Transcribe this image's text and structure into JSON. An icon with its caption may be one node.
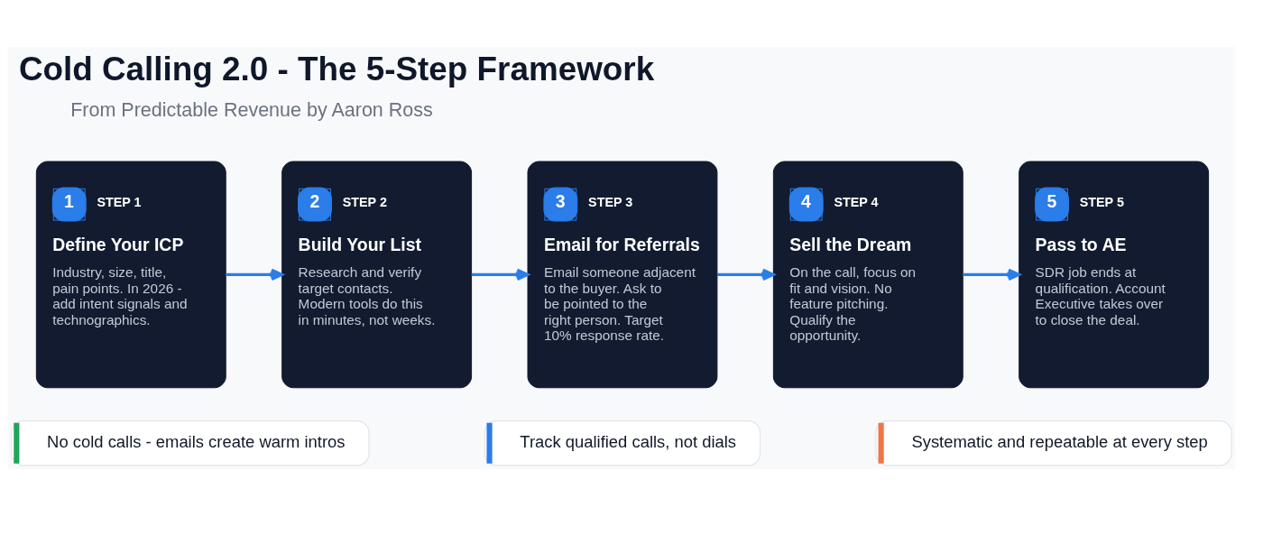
{
  "diagram": {
    "title": "Cold Calling 2.0 - The 5-Step Framework",
    "nodes": [
      {
        "text": [
          "1",
          "STEP 1",
          "Define Your ICP",
          "Industry, size, title, pain points. In 2026 - add intent signals and technographics."
        ]
      },
      {
        "text": [
          "2",
          "STEP 2",
          "Build Your List",
          "Research and verify target contacts. Modern tools do this in minutes, not weeks."
        ]
      },
      {
        "text": [
          "3",
          "STEP 3",
          "Email for Referrals",
          "Email someone adjacent to the buyer. Ask to be pointed to the right person. Target 10% response rate."
        ]
      },
      {
        "text": [
          "4",
          "STEP 4",
          "Sell the Dream",
          "On the call, focus on fit and vision. No feature pitching. Qualify the opportunity."
        ]
      },
      {
        "text": [
          "5",
          "STEP 5",
          "Pass to AE",
          "SDR job ends at qualification. Account Executive takes over to close the deal."
        ]
      },
      {
        "text": [
          "No cold calls - emails create warm intros"
        ]
      },
      {
        "text": [
          "Track qualified calls, not dials"
        ]
      },
      {
        "text": [
          "Systematic and repeatable at every step"
        ]
      }
    ],
    "edges": [
      {
        "from": 0,
        "to": 1,
        "arrow": "to"
      },
      {
        "from": 1,
        "to": 2,
        "arrow": "to"
      },
      {
        "from": 2,
        "to": 3,
        "arrow": "to"
      },
      {
        "from": 3,
        "to": 4,
        "arrow": "to"
      }
    ],
    "labels": [
      "From Predictable Revenue by Aaron Ross"
    ]
  }
}
